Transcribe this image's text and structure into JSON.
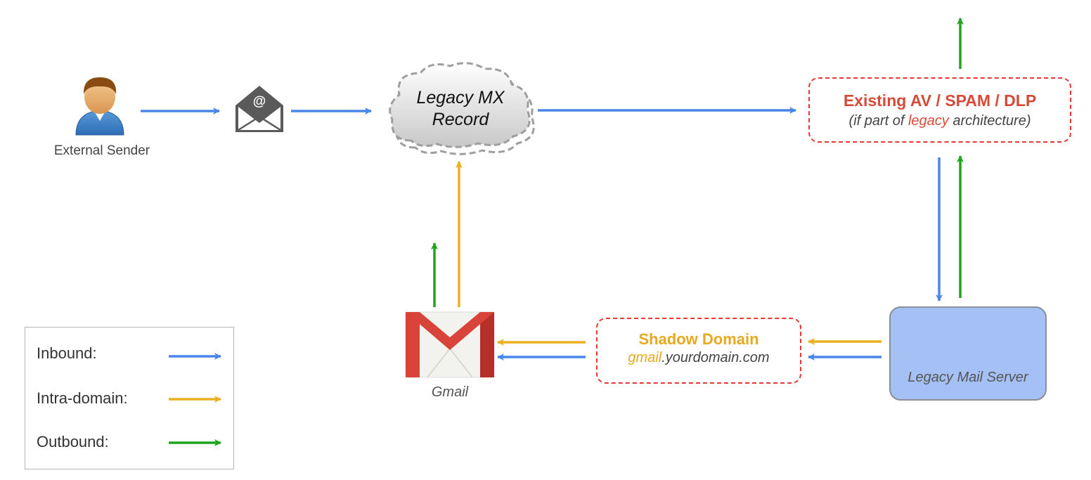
{
  "sender": {
    "label": "External Sender",
    "icon": "person-icon"
  },
  "envelope": {
    "icon": "at-envelope-icon",
    "symbol": "@"
  },
  "mx_record": {
    "label": "Legacy MX Record",
    "icon": "cloud-icon"
  },
  "av_box": {
    "title": "Existing AV / SPAM / DLP",
    "sub_prefix": "(if part of ",
    "sub_highlight": "legacy",
    "sub_suffix": " architecture)"
  },
  "shadow_domain": {
    "title": "Shadow Domain",
    "sub_highlight": "gmail",
    "sub_suffix": ".yourdomain.com"
  },
  "gmail": {
    "label": "Gmail",
    "icon": "gmail-logo-icon"
  },
  "legacy_server": {
    "label": "Legacy Mail Server",
    "icon": "mail-envelope-icon"
  },
  "legend": {
    "inbound": "Inbound:",
    "intra": "Intra-domain:",
    "outbound": "Outbound:"
  },
  "colors": {
    "inbound": "#4a86e8",
    "intra": "#eab021",
    "outbound": "#1ea51e",
    "alert_red": "#d84a38",
    "server_fill": "#a4c0f4"
  }
}
